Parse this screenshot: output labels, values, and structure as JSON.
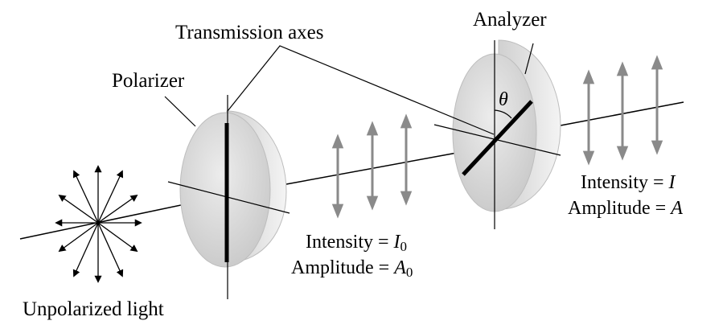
{
  "labels": {
    "transmission_axes": "Transmission axes",
    "analyzer": "Analyzer",
    "polarizer": "Polarizer",
    "theta": "θ",
    "unpolarized": "Unpolarized light",
    "intensity_mid_prefix": "Intensity = ",
    "intensity_mid_sym": "I",
    "intensity_mid_sub": "0",
    "amplitude_mid_prefix": "Amplitude = ",
    "amplitude_mid_sym": "A",
    "amplitude_mid_sub": "0",
    "intensity_right_prefix": "Intensity = ",
    "intensity_right_sym": "I",
    "amplitude_right_prefix": "Amplitude = ",
    "amplitude_right_sym": "A"
  },
  "colors": {
    "line": "#000000",
    "arrow_gray": "#8a8a8a",
    "disk_face": "#d8d8d8",
    "disk_edge": "#ececec"
  }
}
